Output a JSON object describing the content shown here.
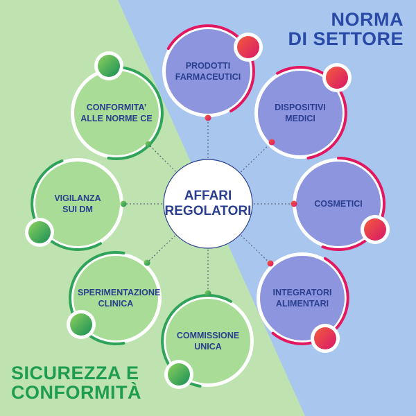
{
  "colors": {
    "left_bg": "#bfe3b0",
    "right_bg": "#a9c6ee",
    "green_circle": "#a9dc96",
    "green_ring": "#2fa35a",
    "purple_circle": "#8c95dd",
    "pink_ring": "#e2175f",
    "text_dark": "#2a3f8f",
    "title_blue": "#2a4aa8",
    "title_green": "#1e9c4f"
  },
  "titles": {
    "norma": {
      "line1": "NORMA",
      "line2": "DI SETTORE"
    },
    "sicurezza": {
      "line1": "SICUREZZA E",
      "line2": "CONFORMITÀ"
    }
  },
  "center": {
    "line1": "AFFARI",
    "line2": "REGOLATORI"
  },
  "nodes": [
    {
      "id": "prodotti",
      "group": "norma",
      "line1": "PRODOTTI",
      "line2": "FARMACEUTICI"
    },
    {
      "id": "dispositivi",
      "group": "norma",
      "line1": "DISPOSITIVI",
      "line2": "MEDICI"
    },
    {
      "id": "cosmetici",
      "group": "norma",
      "line1": "COSMETICI",
      "line2": ""
    },
    {
      "id": "integratori",
      "group": "norma",
      "line1": "INTEGRATORI",
      "line2": "ALIMENTARI"
    },
    {
      "id": "commissione",
      "group": "sicurezza",
      "line1": "COMMISSIONE",
      "line2": "UNICA"
    },
    {
      "id": "sperimentazione",
      "group": "sicurezza",
      "line1": "SPERIMENTAZIONE",
      "line2": "CLINICA"
    },
    {
      "id": "vigilanza",
      "group": "sicurezza",
      "line1": "VIGILANZA",
      "line2": "SUI DM"
    },
    {
      "id": "conformita",
      "group": "sicurezza",
      "line1": "CONFORMITA’",
      "line2": "ALLE NORME CE"
    }
  ]
}
